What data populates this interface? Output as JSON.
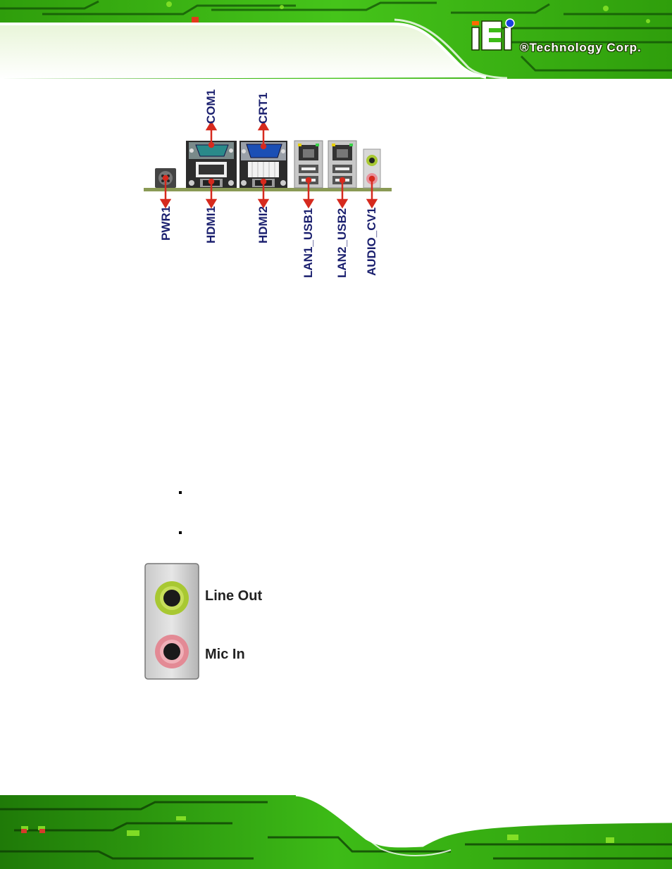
{
  "header": {
    "brand_mark": "iEi",
    "brand_text": "®Technology Corp."
  },
  "panel_figure": {
    "top_labels": {
      "com1": "COM1",
      "crt1": "CRT1"
    },
    "bottom_labels": {
      "pwr1": "PWR1",
      "hdmi1": "HDMI1",
      "hdmi2": "HDMI2",
      "lan1_usb1": "LAN1_USB1",
      "lan2_usb2": "LAN2_USB2",
      "audio_cv1": "AUDIO_CV1"
    },
    "label_color": "#1a1f6e",
    "arrow_color": "#d62a1e"
  },
  "audio_figure": {
    "line_out": "Line Out",
    "mic_in": "Mic In",
    "line_out_color": "#a8c832",
    "mic_in_color": "#e8909a"
  },
  "theme": {
    "pcb_green": "#3dbb17",
    "pcb_dark": "#0f4a05",
    "pcb_light": "#8fe82a"
  }
}
